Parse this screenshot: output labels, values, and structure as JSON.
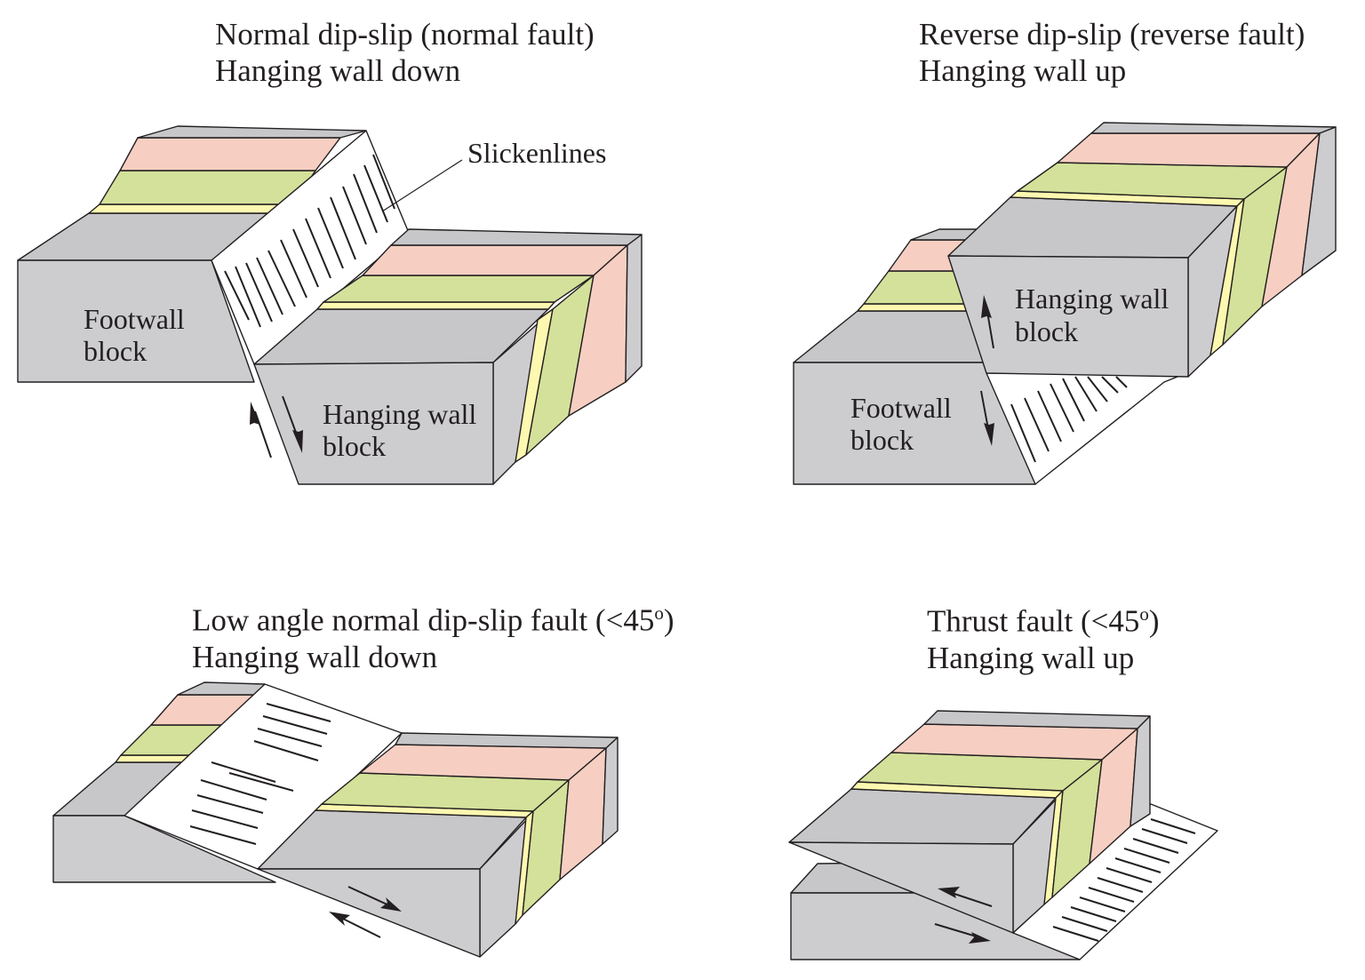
{
  "colors": {
    "face": "#cdcdd0",
    "top_gray": "#c7c7ca",
    "pink": "#f6cfc2",
    "green": "#d4e19a",
    "yellow": "#fdf8b0",
    "fault_plane": "#ffffff",
    "stroke": "#231f20"
  },
  "panels": {
    "normal": {
      "title_line1": "Normal dip-slip (normal fault)",
      "title_line2": "Hanging wall down",
      "label_slickenlines": "Slickenlines",
      "footwall_line1": "Footwall",
      "footwall_line2": "block",
      "hanging_line1": "Hanging wall",
      "hanging_line2": "block"
    },
    "reverse": {
      "title_line1": "Reverse dip-slip (reverse fault)",
      "title_line2": "Hanging wall up",
      "hanging_line1": "Hanging wall",
      "hanging_line2": "block",
      "footwall_line1": "Footwall",
      "footwall_line2": "block"
    },
    "low_angle": {
      "title_line1_text": "Low angle normal dip-slip fault (<45",
      "title_line1_sup": "o",
      "title_line1_end": ")",
      "title_line2": "Hanging wall down"
    },
    "thrust": {
      "title_line1_text": "Thrust fault (<45",
      "title_line1_sup": "o",
      "title_line1_end": ")",
      "title_line2": "Hanging wall up"
    }
  }
}
